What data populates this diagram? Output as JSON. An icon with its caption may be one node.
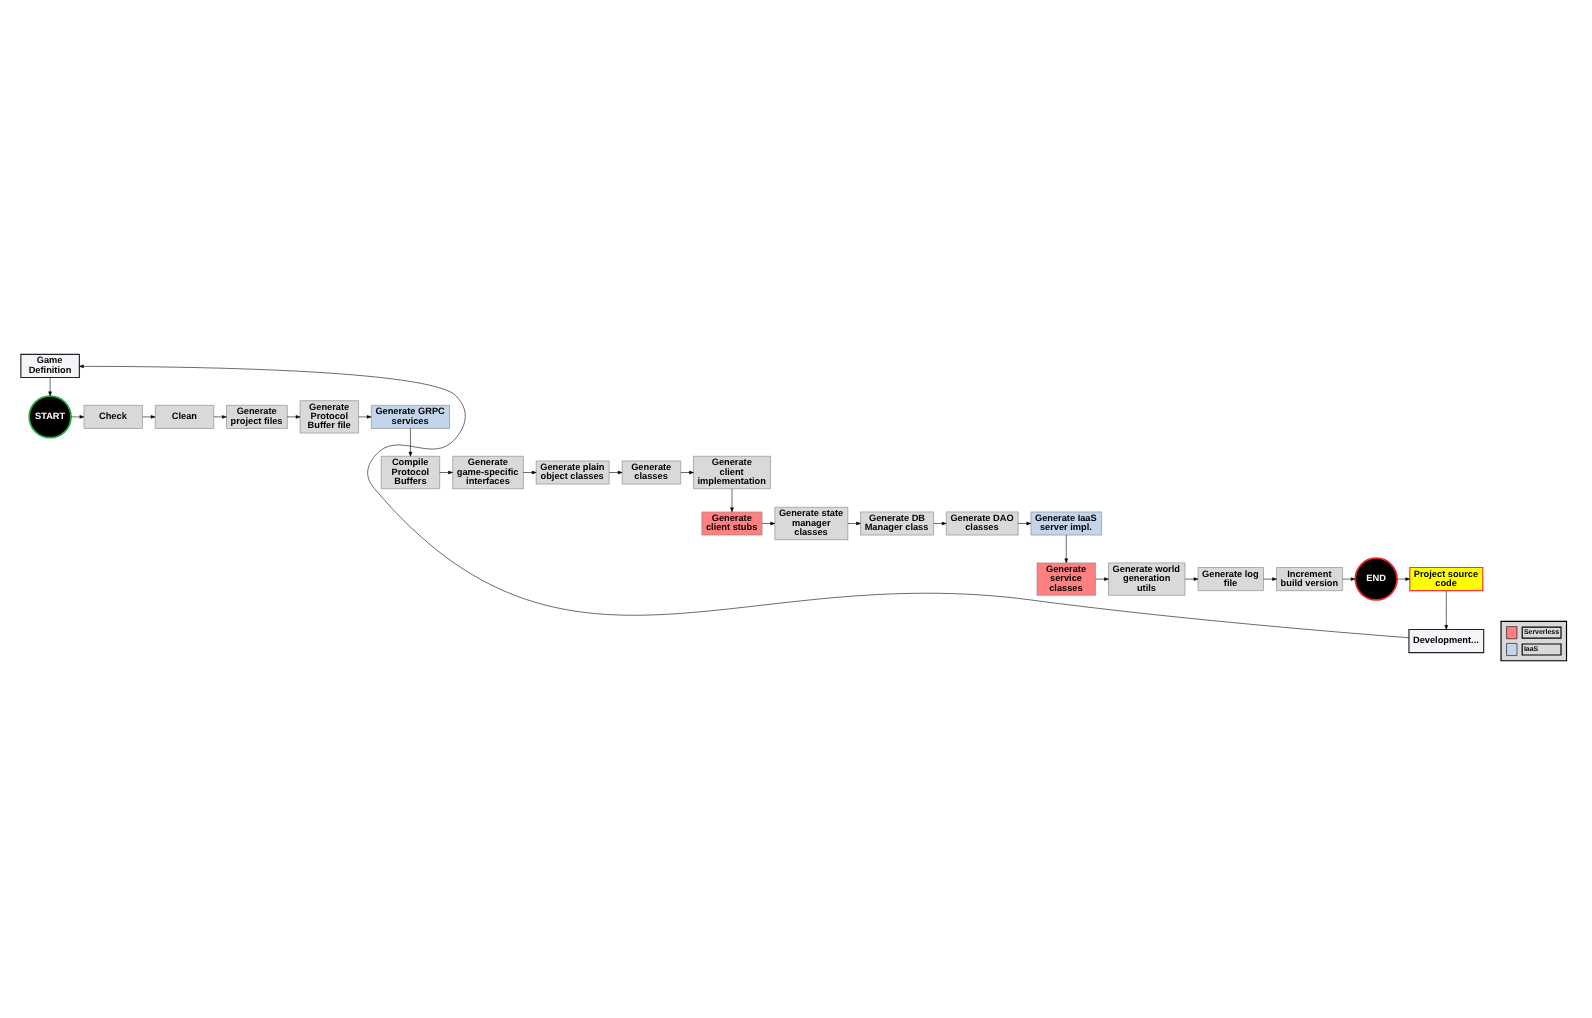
{
  "diagram": {
    "nodes": [
      {
        "text": [
          "Game Definition"
        ]
      },
      {
        "text": [
          "START"
        ]
      },
      {
        "text": [
          "Check"
        ]
      },
      {
        "text": [
          "Clean"
        ]
      },
      {
        "text": [
          "Generate project files"
        ]
      },
      {
        "text": [
          "Generate Protocol Buffer file"
        ]
      },
      {
        "text": [
          "Generate GRPC services"
        ]
      },
      {
        "text": [
          "Compile Protocol Buffers"
        ]
      },
      {
        "text": [
          "Generate game-specific interfaces"
        ]
      },
      {
        "text": [
          "Generate plain object classes"
        ]
      },
      {
        "text": [
          "Generate classes"
        ]
      },
      {
        "text": [
          "Generate client implementation"
        ]
      },
      {
        "text": [
          "Generate client stubs"
        ]
      },
      {
        "text": [
          "Generate state manager classes"
        ]
      },
      {
        "text": [
          "Generate DB Manager class"
        ]
      },
      {
        "text": [
          "Generate DAO classes"
        ]
      },
      {
        "text": [
          "Generate IaaS server impl."
        ]
      },
      {
        "text": [
          "Generate service classes"
        ]
      },
      {
        "text": [
          "Generate world generation utils"
        ]
      },
      {
        "text": [
          "Generate log file"
        ]
      },
      {
        "text": [
          "Increment build version"
        ]
      },
      {
        "text": [
          "END"
        ]
      },
      {
        "text": [
          "Project source code"
        ]
      },
      {
        "text": [
          "Development..."
        ]
      }
    ],
    "edges": [
      {
        "from": 0,
        "to": 1,
        "arrow": "to"
      },
      {
        "from": 1,
        "to": 2,
        "arrow": "to"
      },
      {
        "from": 2,
        "to": 3,
        "arrow": "to"
      },
      {
        "from": 3,
        "to": 4,
        "arrow": "to"
      },
      {
        "from": 4,
        "to": 5,
        "arrow": "to"
      },
      {
        "from": 5,
        "to": 6,
        "arrow": "to"
      },
      {
        "from": 6,
        "to": 7,
        "arrow": "to"
      },
      {
        "from": 7,
        "to": 8,
        "arrow": "to"
      },
      {
        "from": 8,
        "to": 9,
        "arrow": "to"
      },
      {
        "from": 9,
        "to": 10,
        "arrow": "to"
      },
      {
        "from": 10,
        "to": 11,
        "arrow": "to"
      },
      {
        "from": 11,
        "to": 12,
        "arrow": "to"
      },
      {
        "from": 12,
        "to": 13,
        "arrow": "to"
      },
      {
        "from": 13,
        "to": 14,
        "arrow": "to"
      },
      {
        "from": 14,
        "to": 15,
        "arrow": "to"
      },
      {
        "from": 15,
        "to": 16,
        "arrow": "to"
      },
      {
        "from": 16,
        "to": 17,
        "arrow": "to"
      },
      {
        "from": 17,
        "to": 18,
        "arrow": "to"
      },
      {
        "from": 18,
        "to": 19,
        "arrow": "to"
      },
      {
        "from": 19,
        "to": 20,
        "arrow": "to"
      },
      {
        "from": 20,
        "to": 21,
        "arrow": "to"
      },
      {
        "from": 21,
        "to": 22,
        "arrow": "to"
      },
      {
        "from": 22,
        "to": 23,
        "arrow": "to"
      },
      {
        "from": 23,
        "to": 0,
        "arrow": "to"
      }
    ],
    "legend": [
      {
        "text": "Serverless",
        "color": "#ff8080"
      },
      {
        "text": "IaaS",
        "color": "#c3d5ea"
      }
    ]
  }
}
